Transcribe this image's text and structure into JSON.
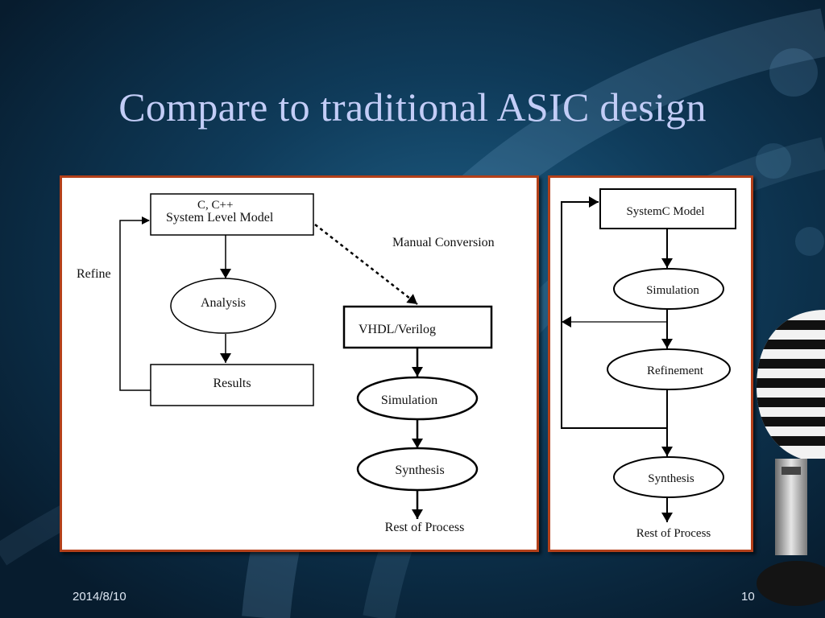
{
  "slide": {
    "title": "Compare to traditional ASIC design",
    "date": "2014/8/10",
    "page_number": "10"
  },
  "left_diagram": {
    "system_model_lang": "C, C++",
    "system_model": "System Level Model",
    "analysis": "Analysis",
    "results": "Results",
    "refine": "Refine",
    "manual_conversion": "Manual Conversion",
    "hdl": "VHDL/Verilog",
    "simulation": "Simulation",
    "synthesis": "Synthesis",
    "rest": "Rest of Process"
  },
  "right_diagram": {
    "systemc_model": "SystemC Model",
    "simulation": "Simulation",
    "refinement": "Refinement",
    "synthesis": "Synthesis",
    "rest": "Rest of Process"
  },
  "colors": {
    "title": "#c3cdf7",
    "panel_border": "#b3401a",
    "background": "#0f3b5a"
  },
  "decoration": {
    "microphone": "microphone-image"
  }
}
